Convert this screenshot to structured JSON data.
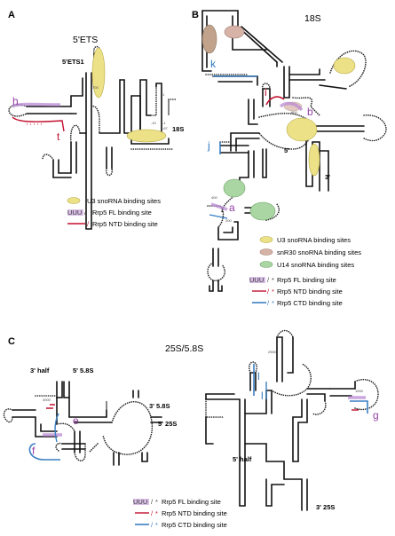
{
  "panels": {
    "A": {
      "letter": "A",
      "title": "5'ETS",
      "label_ets1": "5'ETS1",
      "label_18s": "18S",
      "tiny": {
        "n1": "700",
        "n2": "1",
        "n3": "-1",
        "n4": "-10",
        "n5": "-67"
      }
    },
    "B": {
      "letter": "B",
      "title": "18S",
      "label_5p": "5'",
      "label_3p": "3'",
      "tiny": {
        "n1": "600",
        "n2": "400",
        "n3": "200"
      }
    },
    "C": {
      "letter": "C",
      "title": "25S/5.8S",
      "label_3half": "3' half",
      "label_5p58": "5' 5.8S",
      "label_3p58": "3' 5.8S",
      "label_5p25": "5' 25S",
      "label_5half": "5' half",
      "label_3p25": "3' 25S",
      "tiny": {
        "n1": "3000",
        "n2": "2900",
        "n3": "1000"
      }
    }
  },
  "sites": {
    "h": "h",
    "i": "i",
    "j": "j",
    "k": "k",
    "a": "a",
    "b": "b",
    "e": "e",
    "f": "f",
    "g": "g",
    "l": "l",
    "t": "t"
  },
  "legend_a": {
    "u3": "U3 snoRNA binding sites",
    "fl": "Rrp5 FL binding site",
    "ntd": "Rrp5 NTD binding site"
  },
  "legend_b": {
    "u3": "U3 snoRNA binding sites",
    "snr30": "snR30 snoRNA binding sites",
    "u14": "U14 snoRNA binding sites",
    "fl": "Rrp5 FL binding site",
    "ntd": "Rrp5 NTD binding site",
    "ctd": "Rrp5 CTD binding site"
  },
  "legend_c": {
    "fl": "Rrp5 FL binding site",
    "ntd": "Rrp5 NTD binding site",
    "ctd": "Rrp5 CTD binding site"
  },
  "legend_symbols": {
    "fl": "UUU",
    "slash": "/",
    "star": "*"
  },
  "colors": {
    "u3": "#ece186",
    "snr30": "#d7b2a6",
    "u14": "#a9d6a2",
    "fl": "#b98ad4",
    "ntd": "#c2102e",
    "ctd": "#3a7fc2",
    "site_purple": "#9540a6",
    "site_blue": "#2d77be",
    "site_red": "#c2102e"
  }
}
